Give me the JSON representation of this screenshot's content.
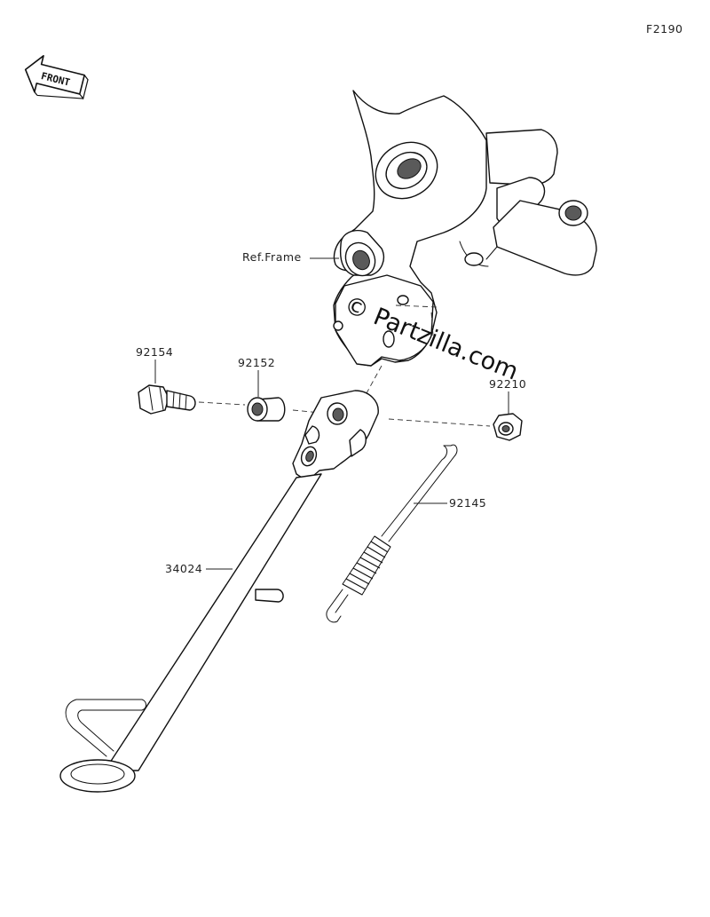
{
  "figure_code": "F2190",
  "front_arrow": {
    "label": "FRONT",
    "icon": "front-direction-arrow-icon"
  },
  "callouts": {
    "ref_frame": "Ref.Frame",
    "bolt": "92154",
    "collar": "92152",
    "nut": "92210",
    "spring": "92145",
    "side_stand": "34024"
  },
  "watermark": "© Partzilla.com"
}
